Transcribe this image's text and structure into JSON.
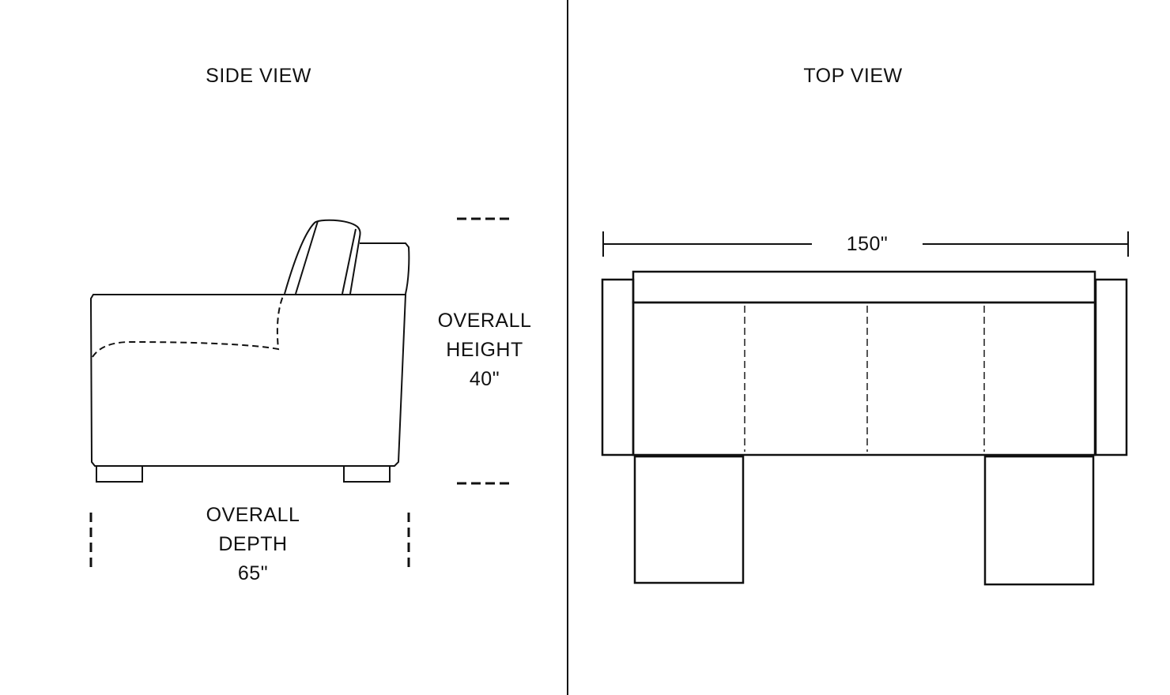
{
  "side_view": {
    "title": "SIDE VIEW",
    "height_label": [
      "OVERALL",
      "HEIGHT",
      "40\""
    ],
    "depth_label": [
      "OVERALL",
      "DEPTH",
      "65\""
    ]
  },
  "top_view": {
    "title": "TOP VIEW",
    "width_label": "150\"",
    "seat_sections": 4,
    "chaise_count": 2
  },
  "dimensions": {
    "overall_height": "40\"",
    "overall_depth": "65\"",
    "overall_width": "150\""
  },
  "colors": {
    "line": "#111111",
    "dashed_seam": "#555555",
    "background": "#ffffff"
  }
}
